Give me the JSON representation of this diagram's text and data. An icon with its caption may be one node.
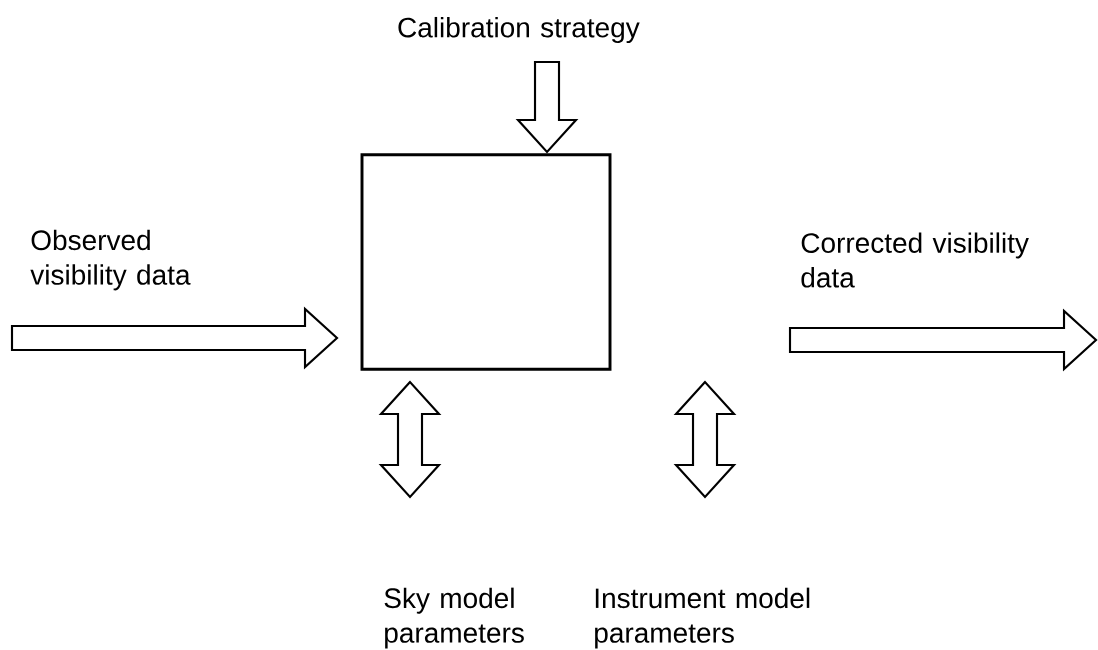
{
  "diagram": {
    "nodes": [
      {
        "text": [],
        "shape": "box"
      },
      {
        "text": [
          "Calibration strategy"
        ]
      },
      {
        "text": [
          "Observed visibility data"
        ]
      },
      {
        "text": [
          "Corrected visibility data"
        ]
      },
      {
        "text": [
          "Sky model parameters"
        ]
      },
      {
        "text": [
          "Instrument model parameters"
        ]
      }
    ],
    "edges": [
      {
        "from": 1,
        "to": 0,
        "arrow": "to"
      },
      {
        "from": 2,
        "to": 0,
        "arrow": "to"
      },
      {
        "from": 0,
        "to": 3,
        "arrow": "to"
      },
      {
        "from": 0,
        "to": 4,
        "arrow": "both"
      },
      {
        "from": 0,
        "to": 5,
        "arrow": "both"
      }
    ]
  }
}
